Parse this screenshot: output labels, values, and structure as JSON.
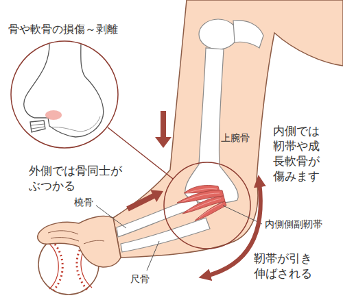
{
  "diagram": {
    "nodes": [
      {
        "text": [
          "骨や軟骨の損傷～剥離"
        ]
      }
    ],
    "labels": [
      "上腕骨",
      "内側では靭帯や成長軟骨が傷みます",
      "外側では骨同士がぶつかる",
      "橈骨",
      "内側側副靭帯",
      "靭帯が引き伸ばされる",
      "尺骨"
    ]
  }
}
